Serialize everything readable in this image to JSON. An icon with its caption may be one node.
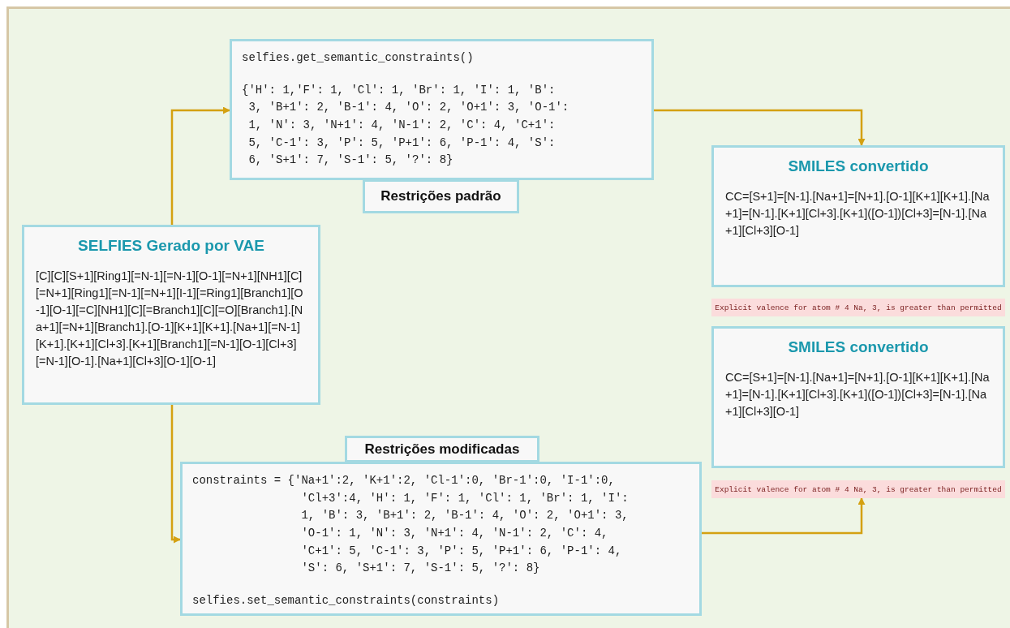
{
  "diagram": {
    "nodes": [
      {
        "text": [
          "selfies.get_semantic_constraints()",
          "{'H': 1,'F': 1, 'Cl': 1, 'Br': 1, 'I': 1, 'B': 3, 'B+1': 2, 'B-1': 4, 'O': 2, 'O+1': 3, 'O-1': 1, 'N': 3, 'N+1': 4, 'N-1': 2, 'C': 4, 'C+1': 5, 'C-1': 3, 'P': 5, 'P+1': 6, 'P-1': 4, 'S': 6, 'S+1': 7, 'S-1': 5, '?': 8}"
        ]
      },
      {
        "text": [
          "Restrições padrão"
        ]
      },
      {
        "text": [
          "SELFIES Gerado por VAE",
          "[C][C][S+1][Ring1][=N-1][=N-1][O-1][=N+1][NH1][C][=N+1][Ring1][=N-1][=N+1][I-1][=Ring1][Branch1][O-1][O-1][=C][NH1][C][=Branch1][C][=O][Branch1].[Na+1][=N+1][Branch1].[O-1][K+1][K+1].[Na+1][=N-1][K+1].[K+1][Cl+3].[K+1][Branch1][=N-1][O-1][Cl+3][=N-1][O-1].[Na+1][Cl+3][O-1][O-1]"
        ]
      },
      {
        "text": [
          "SMILES convertido",
          "CC=[S+1]=[N-1].[Na+1]=[N+1].[O-1][K+1][K+1].[Na+1]=[N-1].[K+1][Cl+3].[K+1]([O-1])[Cl+3]=[N-1].[Na+1][Cl+3][O-1]"
        ]
      },
      {
        "text": [
          "Explicit valence for atom # 4 Na, 3, is greater than permitted"
        ]
      },
      {
        "text": [
          "SMILES convertido",
          "CC=[S+1]=[N-1].[Na+1]=[N+1].[O-1][K+1][K+1].[Na+1]=[N-1].[K+1][Cl+3].[K+1]([O-1])[Cl+3]=[N-1].[Na+1][Cl+3][O-1]"
        ]
      },
      {
        "text": [
          "Explicit valence for atom # 4 Na, 3, is greater than permitted"
        ]
      },
      {
        "text": [
          "Restrições modificadas"
        ]
      },
      {
        "text": [
          "constraints = {'Na+1':2, 'K+1':2, 'Cl-1':0, 'Br-1':0, 'I-1':0, 'Cl+3':4, 'H': 1, 'F': 1, 'Cl': 1, 'Br': 1, 'I': 1, 'B': 3, 'B+1': 2, 'B-1': 4, 'O': 2, 'O+1': 3, 'O-1': 1, 'N': 3, 'N+1': 4, 'N-1': 2, 'C': 4, 'C+1': 5, 'C-1': 3, 'P': 5, 'P+1': 6, 'P-1': 4, 'S': 6, 'S+1': 7, 'S-1': 5, '?': 8}",
          "selfies.set_semantic_constraints(constraints)"
        ]
      }
    ],
    "edges": [
      {
        "from": 2,
        "to": 0,
        "arrow": "to"
      },
      {
        "from": 2,
        "to": 8,
        "arrow": "to"
      },
      {
        "from": 0,
        "to": 3,
        "arrow": "to"
      },
      {
        "from": 8,
        "to": 6,
        "arrow": "to"
      }
    ]
  }
}
